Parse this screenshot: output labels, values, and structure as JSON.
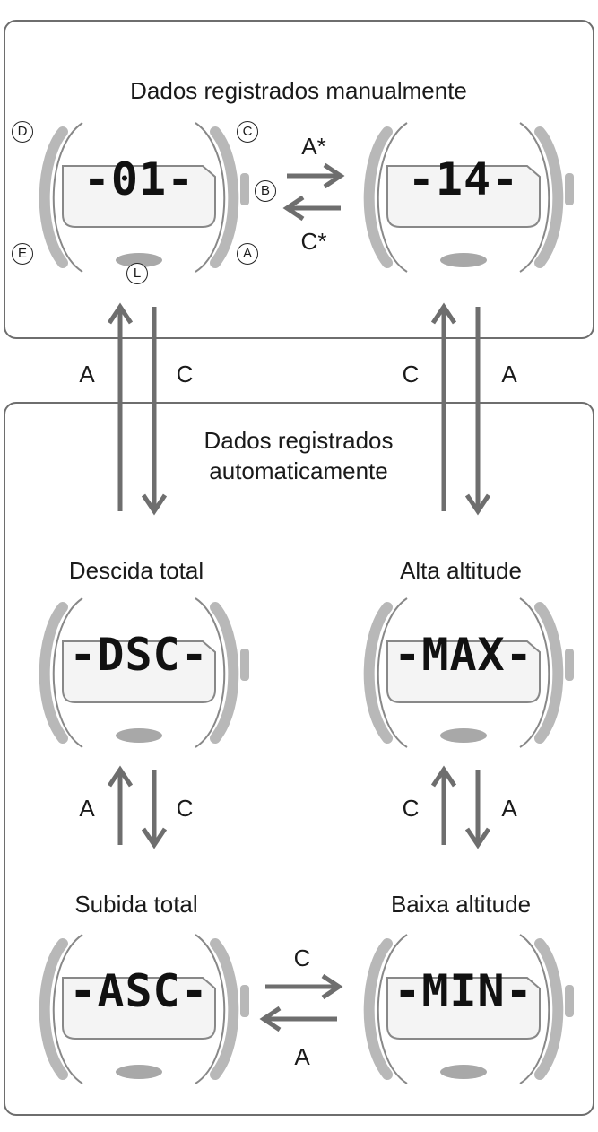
{
  "manual": {
    "title": "Dados registrados manualmente",
    "displays": [
      "-01-",
      "-14-"
    ],
    "button_labels": {
      "a": "A",
      "b": "B",
      "c": "C",
      "d": "D",
      "e": "E",
      "l": "L"
    },
    "arrow_forward": "A*",
    "arrow_back": "C*"
  },
  "auto": {
    "title_line1": "Dados registrados",
    "title_line2": "automaticamente",
    "descida": {
      "label": "Descida total",
      "display": "-DSC-"
    },
    "alta": {
      "label": "Alta altitude",
      "display": "-MAX-"
    },
    "subida": {
      "label": "Subida total",
      "display": "-ASC-"
    },
    "baixa": {
      "label": "Baixa altitude",
      "display": "-MIN-"
    }
  },
  "transitions": {
    "left_up": "A",
    "left_down": "C",
    "right_up": "C",
    "right_down": "A",
    "descida_up": "A",
    "descida_down": "C",
    "alta_up": "C",
    "alta_down": "A",
    "bottom_right": "C",
    "bottom_left": "A"
  },
  "colors": {
    "frame": "#6e6e6e",
    "arrow": "#6e6e6e",
    "bezel": "#b8b8b8",
    "button": "#a8a8a8"
  }
}
